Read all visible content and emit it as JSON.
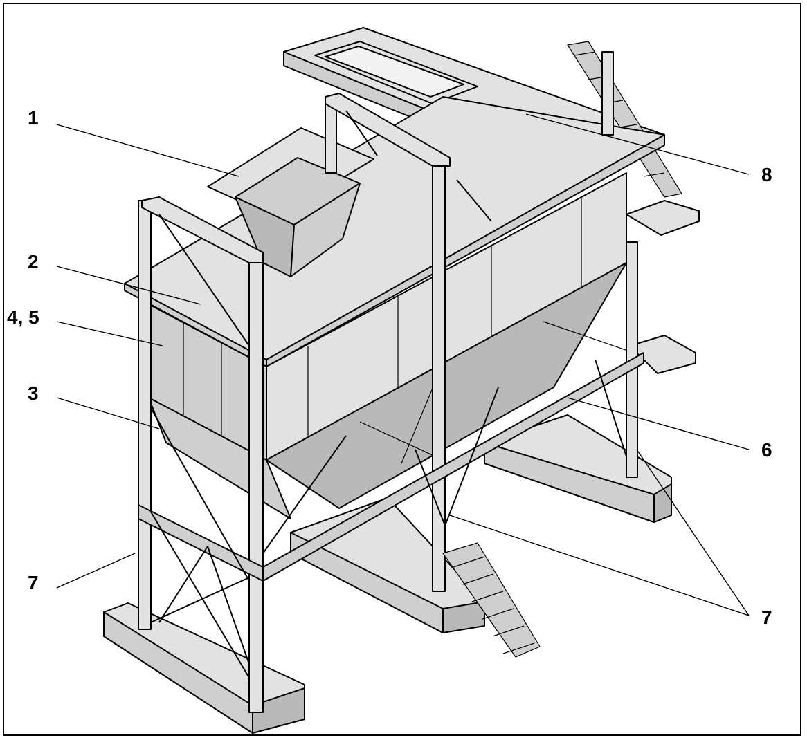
{
  "labels": [
    {
      "id": "1",
      "text": "1"
    },
    {
      "id": "2",
      "text": "2"
    },
    {
      "id": "3",
      "text": "3"
    },
    {
      "id": "45",
      "text": "4, 5"
    },
    {
      "id": "6",
      "text": "6"
    },
    {
      "id": "7a",
      "text": "7"
    },
    {
      "id": "7b",
      "text": "7"
    },
    {
      "id": "8",
      "text": "8"
    }
  ],
  "colors": {
    "line": "#000000",
    "light_fill": "#e2e2e2",
    "mid_fill": "#cfcfcf",
    "dark_fill": "#b9b9b9"
  }
}
